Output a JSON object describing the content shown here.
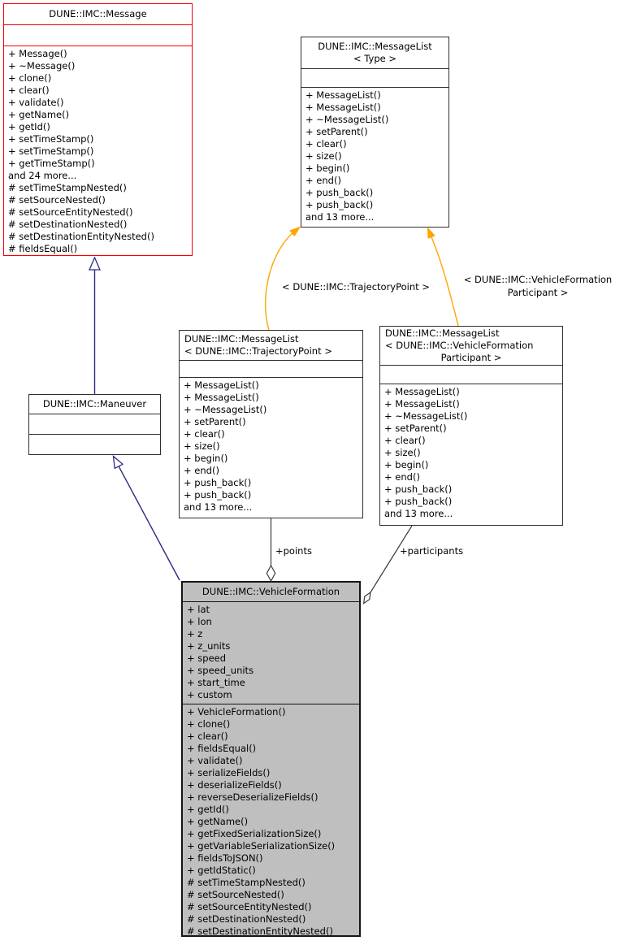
{
  "diagram": {
    "kind": "uml-class-collaboration-diagram",
    "colors": {
      "inheritance": "#2a2a85",
      "template_instantiation": "#ffa500",
      "aggregation": "#3c3c3c",
      "truncated_node_border": "#f40000",
      "node_border": "#2e2e2e",
      "focus_node_fill": "#bfbfbf",
      "node_fill": "#ffffff",
      "diamond_fill": "#ffffff",
      "arrowhead_hollow_fill": "#ffffff"
    },
    "classes": {
      "message": {
        "title_lines": [
          "DUNE::IMC::Message"
        ],
        "attributes": [],
        "methods": [
          "+ Message()",
          "+ ~Message()",
          "+ clone()",
          "+ clear()",
          "+ validate()",
          "+ getName()",
          "+ getId()",
          "+ setTimeStamp()",
          "+ setTimeStamp()",
          "+ getTimeStamp()",
          "and 24 more...",
          "# setTimeStampNested()",
          "# setSourceNested()",
          "# setSourceEntityNested()",
          "# setDestinationNested()",
          "# setDestinationEntityNested()",
          "# fieldsEqual()"
        ]
      },
      "message_list_type": {
        "title_lines": [
          "DUNE::IMC::MessageList",
          "< Type >"
        ],
        "attributes": [],
        "methods": [
          "+ MessageList()",
          "+ MessageList()",
          "+ ~MessageList()",
          "+ setParent()",
          "+ clear()",
          "+ size()",
          "+ begin()",
          "+ end()",
          "+ push_back()",
          "+ push_back()",
          "and 13 more..."
        ]
      },
      "message_list_trajectory_point": {
        "title_lines": [
          "DUNE::IMC::MessageList",
          "< DUNE::IMC::TrajectoryPoint >"
        ],
        "attributes": [],
        "methods": [
          "+ MessageList()",
          "+ MessageList()",
          "+ ~MessageList()",
          "+ setParent()",
          "+ clear()",
          "+ size()",
          "+ begin()",
          "+ end()",
          "+ push_back()",
          "+ push_back()",
          "and 13 more..."
        ]
      },
      "message_list_vehicle_formation_participant": {
        "title_lines": [
          "DUNE::IMC::MessageList",
          "< DUNE::IMC::VehicleFormation",
          "Participant >"
        ],
        "attributes": [],
        "methods": [
          "+ MessageList()",
          "+ MessageList()",
          "+ ~MessageList()",
          "+ setParent()",
          "+ clear()",
          "+ size()",
          "+ begin()",
          "+ end()",
          "+ push_back()",
          "+ push_back()",
          "and 13 more..."
        ]
      },
      "maneuver": {
        "title_lines": [
          "DUNE::IMC::Maneuver"
        ],
        "attributes": [],
        "methods": []
      },
      "vehicle_formation": {
        "title_lines": [
          "DUNE::IMC::VehicleFormation"
        ],
        "attributes": [
          "+ lat",
          "+ lon",
          "+ z",
          "+ z_units",
          "+ speed",
          "+ speed_units",
          "+ start_time",
          "+ custom"
        ],
        "methods": [
          "+ VehicleFormation()",
          "+ clone()",
          "+ clear()",
          "+ fieldsEqual()",
          "+ validate()",
          "+ serializeFields()",
          "+ deserializeFields()",
          "+ reverseDeserializeFields()",
          "+ getId()",
          "+ getName()",
          "+ getFixedSerializationSize()",
          "+ getVariableSerializationSize()",
          "+ fieldsToJSON()",
          "+ getIdStatic()",
          "# setTimeStampNested()",
          "# setSourceNested()",
          "# setSourceEntityNested()",
          "# setDestinationNested()",
          "# setDestinationEntityNested()"
        ]
      }
    },
    "edge_labels": {
      "trajectory_template_line1": "< DUNE::IMC::TrajectoryPoint >",
      "participant_template_line1": "< DUNE::IMC::VehicleFormation",
      "participant_template_line2": "Participant >",
      "points": "+points",
      "participants": "+participants"
    }
  }
}
